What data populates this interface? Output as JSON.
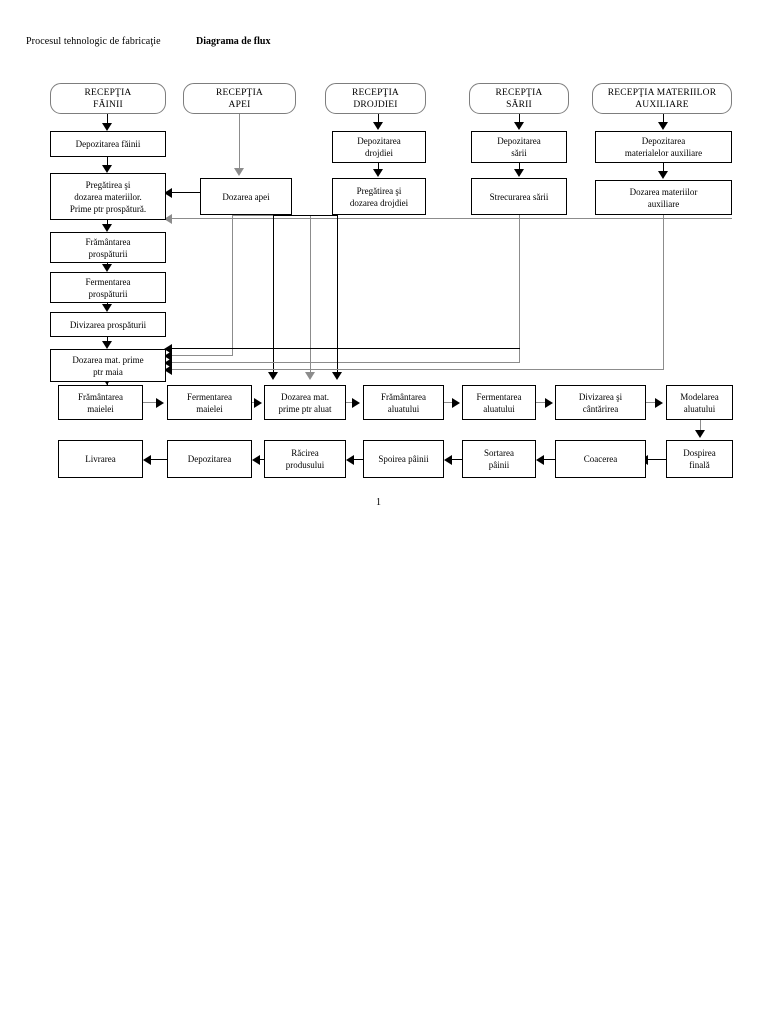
{
  "header": {
    "left": "Procesul tehnologic de fabricaţie",
    "right": "Diagrama de flux"
  },
  "page_number": "1",
  "colors": {
    "line": "#000000",
    "line_grey": "#8c8c8c",
    "terminal_border": "#7d7d7d",
    "background": "#ffffff"
  },
  "diagram": {
    "type": "flowchart",
    "title": "Diagrama de flux - proces tehnologic de fabricatie a painii",
    "terminals": [
      {
        "id": "t_faina",
        "line1": "RECEPŢIA",
        "line2": "FĂINII"
      },
      {
        "id": "t_apa",
        "line1": "RECEPŢIA",
        "line2": "APEI"
      },
      {
        "id": "t_drojdie",
        "line1": "RECEPŢIA",
        "line2": "DROJDIEI"
      },
      {
        "id": "t_sare",
        "line1": "RECEPŢIA",
        "line2": "SĂRII"
      },
      {
        "id": "t_aux",
        "line1": "RECEPŢIA MATERIILOR",
        "line2": "AUXILIARE"
      }
    ],
    "column_faina": [
      {
        "id": "p_dep_faina",
        "line1": "Depozitarea făinii",
        "line2": ""
      },
      {
        "id": "p_preg_prosp",
        "line1": "Pregătirea şi",
        "line2": "dozarea materiilor.",
        "line3": "Prime ptr prospătură."
      },
      {
        "id": "p_fram_prosp",
        "line1": "Frământarea",
        "line2": "prospăturii"
      },
      {
        "id": "p_ferm_prosp",
        "line1": "Fermentarea",
        "line2": "prospăturii"
      },
      {
        "id": "p_div_prosp",
        "line1": "Divizarea prospăturii",
        "line2": ""
      },
      {
        "id": "p_doz_maia",
        "line1": "Dozarea mat. prime",
        "line2": "ptr maia"
      }
    ],
    "column_apa": [
      {
        "id": "p_doz_apa",
        "line1": "Dozarea apei",
        "line2": ""
      }
    ],
    "column_drojdie": [
      {
        "id": "p_dep_drojdie",
        "line1": "Depozitarea",
        "line2": "drojdiei"
      },
      {
        "id": "p_preg_drojdie",
        "line1": "Pregătirea şi",
        "line2": "dozarea drojdiei"
      }
    ],
    "column_sare": [
      {
        "id": "p_dep_sare",
        "line1": "Depozitarea",
        "line2": "sării"
      },
      {
        "id": "p_strec_sare",
        "line1": "Strecurarea sării",
        "line2": ""
      }
    ],
    "column_aux": [
      {
        "id": "p_dep_aux",
        "line1": "Depozitarea",
        "line2": "materialelor auxiliare"
      },
      {
        "id": "p_doz_aux",
        "line1": "Dozarea materiilor",
        "line2": "auxiliare"
      }
    ],
    "row_middle": [
      {
        "id": "r_fram_maia",
        "line1": "Frământarea",
        "line2": "maielei"
      },
      {
        "id": "r_ferm_maia",
        "line1": "Fermentarea",
        "line2": "maielei"
      },
      {
        "id": "r_doz_aluat",
        "line1": "Dozarea mat.",
        "line2": "prime ptr aluat"
      },
      {
        "id": "r_fram_aluat",
        "line1": "Frământarea",
        "line2": "aluatului"
      },
      {
        "id": "r_ferm_aluat",
        "line1": "Fermentarea",
        "line2": "aluatului"
      },
      {
        "id": "r_div_cant",
        "line1": "Divizarea şi",
        "line2": "cântărirea"
      },
      {
        "id": "r_model",
        "line1": "Modelarea",
        "line2": "aluatului"
      }
    ],
    "row_bottom": [
      {
        "id": "b_livrarea",
        "line1": "Livrarea",
        "line2": ""
      },
      {
        "id": "b_depozitarea",
        "line1": "Depozitarea",
        "line2": ""
      },
      {
        "id": "b_racirea",
        "line1": "Răcirea",
        "line2": "produsului"
      },
      {
        "id": "b_spoirea",
        "line1": "Spoirea pâinii",
        "line2": ""
      },
      {
        "id": "b_sortarea",
        "line1": "Sortarea",
        "line2": "pâinii"
      },
      {
        "id": "b_coacerea",
        "line1": "Coacerea",
        "line2": ""
      },
      {
        "id": "b_dospirea",
        "line1": "Dospirea",
        "line2": "finală"
      }
    ]
  }
}
